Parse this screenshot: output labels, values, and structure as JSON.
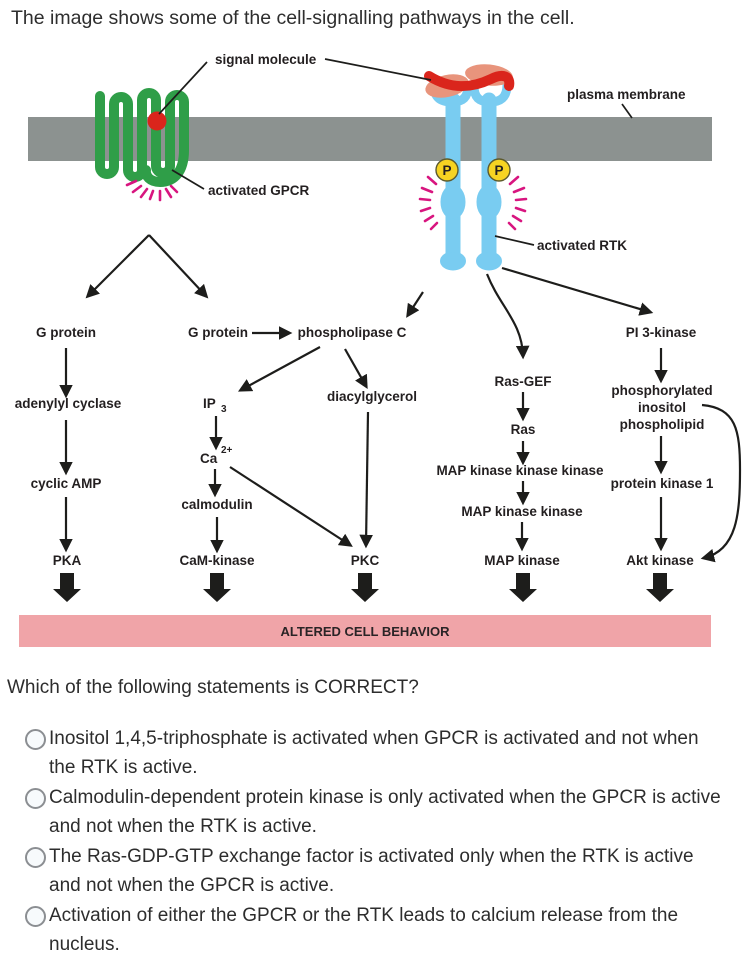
{
  "title": "The image shows some of the cell-signalling pathways in the cell.",
  "diagram": {
    "colors": {
      "membrane_gray": "#8c9290",
      "gpcr_green": "#2f9e48",
      "rtk_blue": "#79ccf1",
      "ligand_red": "#da251c",
      "ligand_salmon": "#e8947c",
      "phosphate_yellow": "#f6d322",
      "activation_magenta": "#d8157f",
      "banner_pink": "#f0a4a8",
      "ink": "#231f20"
    },
    "labels": {
      "signal_molecule": "signal molecule",
      "plasma_membrane": "plasma membrane",
      "activated_gpcr": "activated GPCR",
      "activated_rtk": "activated RTK",
      "p_left": "P",
      "p_right": "P",
      "g_protein_1": "G protein",
      "g_protein_2": "G protein",
      "phospholipase_c": "phospholipase C",
      "pi3_kinase": "PI 3-kinase",
      "adenylyl_cyclase": "adenylyl cyclase",
      "ip": "IP",
      "ip_sub": "3",
      "diacylglycerol": "diacylglycerol",
      "ras_gef": "Ras-GEF",
      "ras": "Ras",
      "ca": "Ca",
      "ca_sup": "2+",
      "map_kkk": "MAP kinase kinase kinase",
      "calmodulin": "calmodulin",
      "map_kk": "MAP kinase kinase",
      "cyclic_amp": "cyclic AMP",
      "phospho_line1": "phosphorylated",
      "phospho_line2": "inositol",
      "phospho_line3": "phospholipid",
      "protein_kinase_1": "protein kinase 1",
      "pka": "PKA",
      "cam_kinase": "CaM-kinase",
      "pkc": "PKC",
      "map_kinase": "MAP kinase",
      "akt_kinase": "Akt kinase"
    },
    "banner": "ALTERED CELL BEHAVIOR"
  },
  "question": "Which of the following statements is CORRECT?",
  "options": [
    {
      "label": "Inositol 1,4,5-triphosphate is activated when GPCR is activated and not when the RTK is active."
    },
    {
      "label": "Calmodulin-dependent protein kinase is only activated when the GPCR is active and not when the RTK is active."
    },
    {
      "label": "The Ras-GDP-GTP exchange factor is activated only when the RTK is active and not when the GPCR is active."
    },
    {
      "label": "Activation of either the GPCR or the RTK leads to calcium release from the nucleus."
    }
  ]
}
